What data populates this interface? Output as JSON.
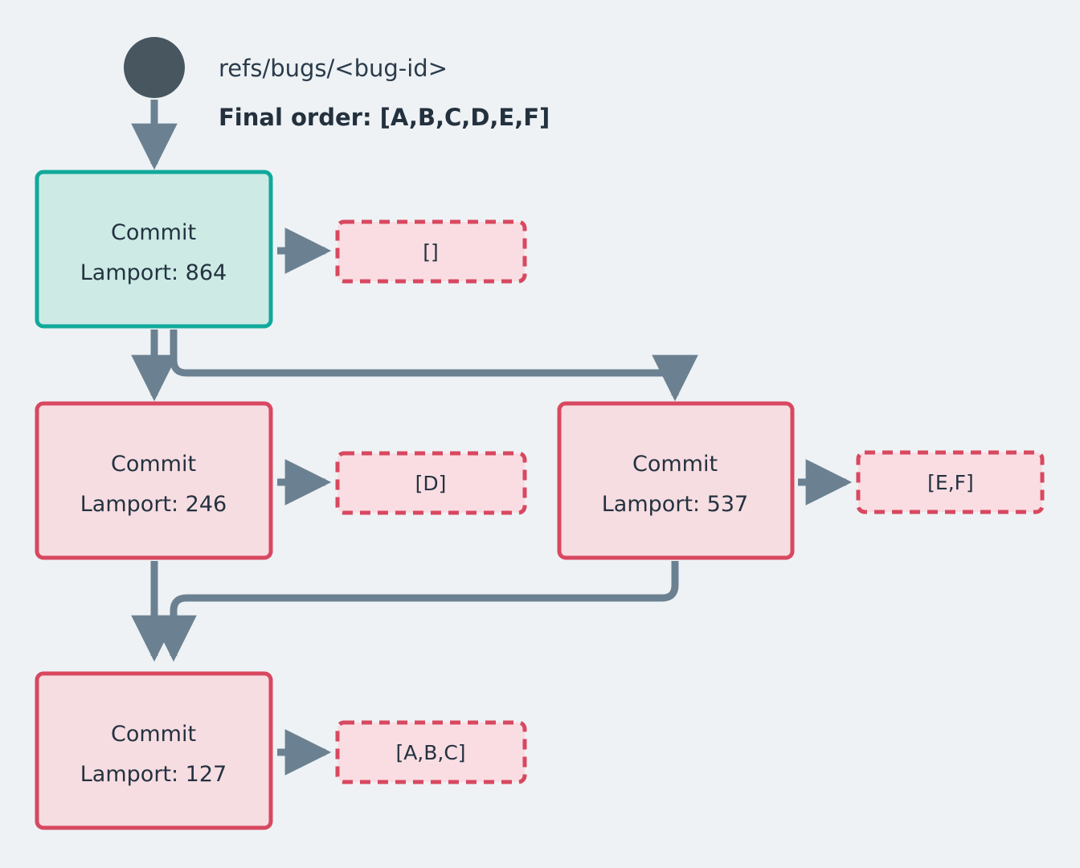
{
  "diagram": {
    "title_ref": "refs/bugs/<bug-id>",
    "final_order_label": "Final order: [A,B,C,D,E,F]",
    "background_color": "#eef2f5",
    "edge_color": "#6b8191",
    "start_node_color": "#47565f",
    "head_node": {
      "fill": "#cdeae5",
      "stroke": "#10a99b",
      "line1": "Commit",
      "line2": "Lamport: 864",
      "lamport": 864,
      "queue": "[]"
    },
    "nodes": [
      {
        "id": "commit-864",
        "line1": "Commit",
        "line2": "Lamport: 864",
        "lamport": 864,
        "queue": "[]",
        "fill": "#cdeae5",
        "stroke": "#10a99b"
      },
      {
        "id": "commit-246",
        "line1": "Commit",
        "line2": "Lamport: 246",
        "lamport": 246,
        "queue": "[D]",
        "fill": "#f6dde1",
        "stroke": "#d84860"
      },
      {
        "id": "commit-537",
        "line1": "Commit",
        "line2": "Lamport: 537",
        "lamport": 537,
        "queue": "[E,F]",
        "fill": "#f6dde1",
        "stroke": "#d84860"
      },
      {
        "id": "commit-127",
        "line1": "Commit",
        "line2": "Lamport: 127",
        "lamport": 127,
        "queue": "[A,B,C]",
        "fill": "#f6dde1",
        "stroke": "#d84860"
      }
    ],
    "queue_box": {
      "fill": "#f9dde2",
      "stroke": "#d84860"
    }
  }
}
